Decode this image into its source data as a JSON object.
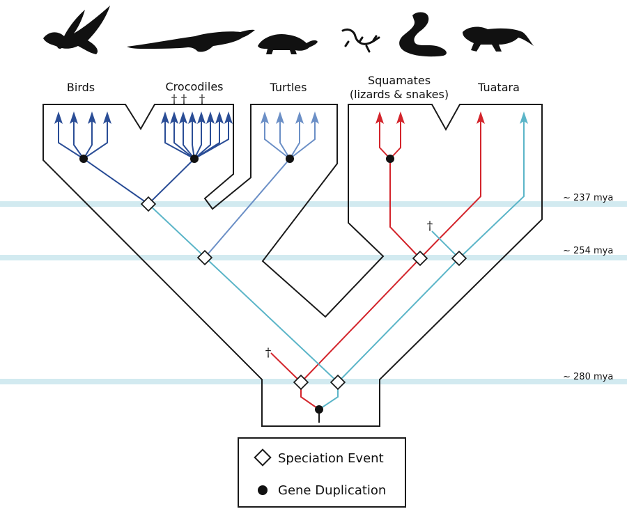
{
  "clades": {
    "birds": "Birds",
    "crocodiles": "Crocodiles",
    "turtles": "Turtles",
    "squamates_line1": "Squamates",
    "squamates_line2": "(lizards & snakes)",
    "tuatara": "Tuatara"
  },
  "time_marks": {
    "t237": "~ 237 mya",
    "t254": "~ 254 mya",
    "t280": "~ 280 mya"
  },
  "legend": {
    "speciation": "Speciation Event",
    "duplication": "Gene Duplication"
  },
  "symbols": {
    "extinct": "†"
  },
  "icons": [
    "bird-silhouette-icon",
    "crocodile-silhouette-icon",
    "turtle-silhouette-icon",
    "lizard-silhouette-icon",
    "snake-silhouette-icon",
    "tuatara-silhouette-icon"
  ],
  "colors": {
    "dark_blue": "#2a4d96",
    "medium_blue": "#6b8fc6",
    "light_blue": "#5bb5c8",
    "red": "#d3242b",
    "band": "#d2eaf0",
    "outline": "#1a1a1a"
  }
}
